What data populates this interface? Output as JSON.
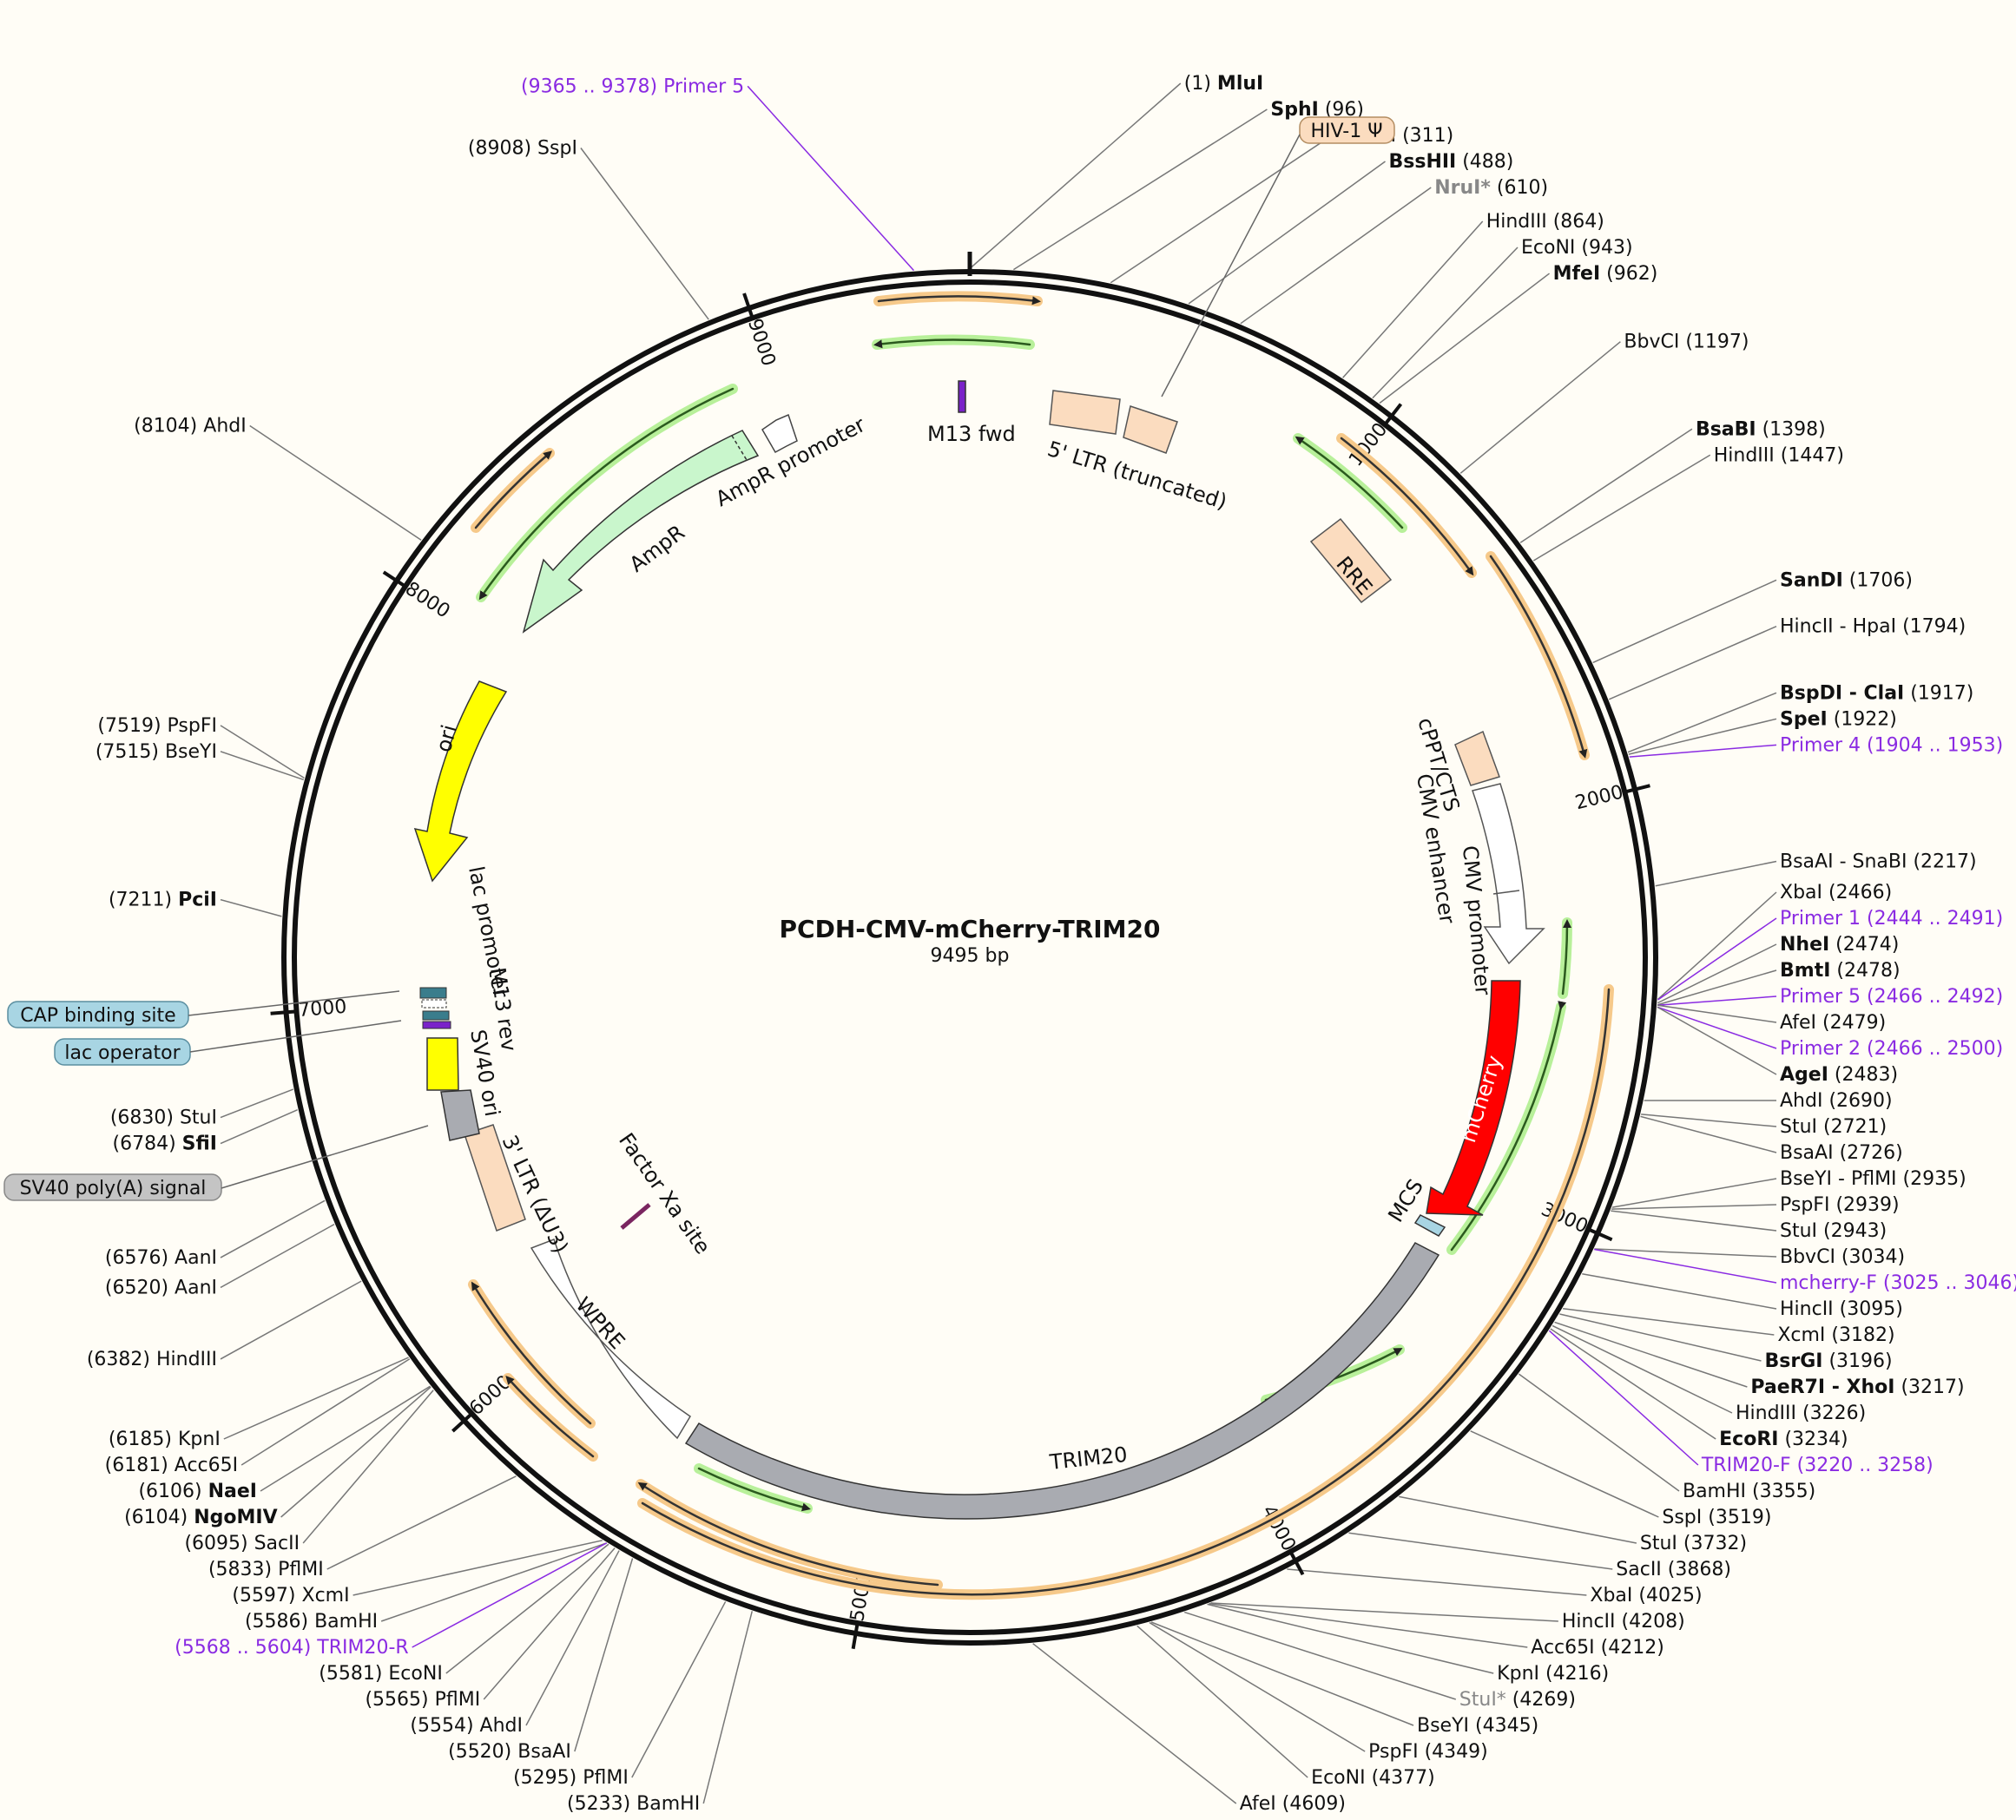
{
  "title": "PCDH-CMV-mCherry-TRIM20",
  "length": "9495 bp",
  "total_bp": 9495,
  "colors": {
    "backbone": "#111111",
    "primer": "#8a2be2",
    "orf_orange": "#f6c98a",
    "orf_green": "#b8f09a",
    "ltr": "#fbdcbf",
    "ampr": "#c9f6cc",
    "ori": "#ffff00",
    "mcherry": "#ff0000",
    "trim20": "#a9abb1",
    "misc_blue": "#a8d5e3",
    "sv40polyA": "#c4c4c4"
  },
  "ticks": [
    {
      "label": "1000",
      "pos": 1000
    },
    {
      "label": "2000",
      "pos": 2000
    },
    {
      "label": "3000",
      "pos": 3000
    },
    {
      "label": "4000",
      "pos": 4000
    },
    {
      "label": "5000",
      "pos": 5000
    },
    {
      "label": "6000",
      "pos": 6000
    },
    {
      "label": "7000",
      "pos": 7000
    },
    {
      "label": "8000",
      "pos": 8000
    },
    {
      "label": "9000",
      "pos": 9000
    }
  ],
  "sites": [
    {
      "pre": "(1)",
      "name": "MluI",
      "post": "",
      "pos": 1,
      "bold": true
    },
    {
      "pre": "",
      "name": "SphI",
      "post": "(96)",
      "pos": 96,
      "bold": true
    },
    {
      "pre": "",
      "name": "HindIII",
      "post": "(311)",
      "pos": 311
    },
    {
      "pre": "",
      "name": "BssHII",
      "post": "(488)",
      "pos": 488,
      "bold": true
    },
    {
      "pre": "",
      "name": "NruI*",
      "post": "(610)",
      "pos": 610,
      "bold": true,
      "gray": true
    },
    {
      "pre": "",
      "name": "HindIII",
      "post": "(864)",
      "pos": 864
    },
    {
      "pre": "",
      "name": "EcoNI",
      "post": "(943)",
      "pos": 943
    },
    {
      "pre": "",
      "name": "MfeI",
      "post": "(962)",
      "pos": 962,
      "bold": true
    },
    {
      "pre": "",
      "name": "BbvCI",
      "post": "(1197)",
      "pos": 1197
    },
    {
      "pre": "",
      "name": "BsaBI",
      "post": "(1398)",
      "pos": 1398,
      "bold": true
    },
    {
      "pre": "",
      "name": "HindIII",
      "post": "(1447)",
      "pos": 1447
    },
    {
      "pre": "",
      "name": "SanDI",
      "post": "(1706)",
      "pos": 1706,
      "bold": true
    },
    {
      "pre": "",
      "name": "HincII - HpaI",
      "post": "(1794)",
      "pos": 1794
    },
    {
      "pre": "",
      "name": "Primer 4",
      "post": "(1904 .. 1953)",
      "pos": 1928,
      "primer": true
    },
    {
      "pre": "",
      "name": "BspDI - ClaI",
      "post": "(1917)",
      "pos": 1917,
      "bold": true
    },
    {
      "pre": "",
      "name": "SpeI",
      "post": "(1922)",
      "pos": 1922,
      "bold": true
    },
    {
      "pre": "",
      "name": "BsaAI - SnaBI",
      "post": "(2217)",
      "pos": 2217
    },
    {
      "pre": "",
      "name": "Primer 5",
      "post": "(2466 .. 2492)",
      "pos": 2479,
      "primer": true
    },
    {
      "pre": "",
      "name": "Primer 2",
      "post": "(2466 .. 2500)",
      "pos": 2483,
      "primer": true
    },
    {
      "pre": "",
      "name": "XbaI",
      "post": "(2466)",
      "pos": 2466
    },
    {
      "pre": "",
      "name": "NheI",
      "post": "(2474)",
      "pos": 2474,
      "bold": true
    },
    {
      "pre": "",
      "name": "BmtI",
      "post": "(2478)",
      "pos": 2478,
      "bold": true
    },
    {
      "pre": "",
      "name": "AfeI",
      "post": "(2479)",
      "pos": 2479
    },
    {
      "pre": "",
      "name": "AgeI",
      "post": "(2483)",
      "pos": 2483,
      "bold": true
    },
    {
      "pre": "",
      "name": "Primer 1",
      "post": "(2444 .. 2491)",
      "pos": 2467,
      "primer": true
    },
    {
      "pre": "",
      "name": "AhdI",
      "post": "(2690)",
      "pos": 2690
    },
    {
      "pre": "",
      "name": "StuI",
      "post": "(2721)",
      "pos": 2721
    },
    {
      "pre": "",
      "name": "BsaAI",
      "post": "(2726)",
      "pos": 2726
    },
    {
      "pre": "",
      "name": "BseYI - PflMI",
      "post": "(2935)",
      "pos": 2935
    },
    {
      "pre": "",
      "name": "PspFI",
      "post": "(2939)",
      "pos": 2939
    },
    {
      "pre": "",
      "name": "StuI",
      "post": "(2943)",
      "pos": 2943
    },
    {
      "pre": "",
      "name": "mcherry-F",
      "post": "(3025 .. 3046)",
      "pos": 3035,
      "primer": true
    },
    {
      "pre": "",
      "name": "BbvCI",
      "post": "(3034)",
      "pos": 3034
    },
    {
      "pre": "",
      "name": "HincII",
      "post": "(3095)",
      "pos": 3095
    },
    {
      "pre": "",
      "name": "XcmI",
      "post": "(3182)",
      "pos": 3182
    },
    {
      "pre": "",
      "name": "BsrGI",
      "post": "(3196)",
      "pos": 3196,
      "bold": true
    },
    {
      "pre": "",
      "name": "PaeR7I - XhoI",
      "post": "(3217)",
      "pos": 3217,
      "bold": true
    },
    {
      "pre": "",
      "name": "TRIM20-F",
      "post": "(3220 .. 3258)",
      "pos": 3239,
      "primer": true
    },
    {
      "pre": "",
      "name": "HindIII",
      "post": "(3226)",
      "pos": 3226
    },
    {
      "pre": "",
      "name": "EcoRI",
      "post": "(3234)",
      "pos": 3234,
      "bold": true
    },
    {
      "pre": "",
      "name": "BamHI",
      "post": "(3355)",
      "pos": 3355
    },
    {
      "pre": "",
      "name": "SspI",
      "post": "(3519)",
      "pos": 3519
    },
    {
      "pre": "",
      "name": "StuI",
      "post": "(3732)",
      "pos": 3732
    },
    {
      "pre": "",
      "name": "SacII",
      "post": "(3868)",
      "pos": 3868
    },
    {
      "pre": "",
      "name": "XbaI",
      "post": "(4025)",
      "pos": 4025
    },
    {
      "pre": "",
      "name": "HincII",
      "post": "(4208)",
      "pos": 4208
    },
    {
      "pre": "",
      "name": "Acc65I",
      "post": "(4212)",
      "pos": 4212
    },
    {
      "pre": "",
      "name": "KpnI",
      "post": "(4216)",
      "pos": 4216
    },
    {
      "pre": "",
      "name": "StuI*",
      "post": "(4269)",
      "pos": 4269,
      "gray": true
    },
    {
      "pre": "",
      "name": "BseYI",
      "post": "(4345)",
      "pos": 4345
    },
    {
      "pre": "",
      "name": "PspFI",
      "post": "(4349)",
      "pos": 4349
    },
    {
      "pre": "",
      "name": "EcoNI",
      "post": "(4377)",
      "pos": 4377
    },
    {
      "pre": "",
      "name": "AfeI",
      "post": "(4609)",
      "pos": 4609
    },
    {
      "pre": "(5233)",
      "name": "BamHI",
      "post": "",
      "pos": 5233
    },
    {
      "pre": "(5295)",
      "name": "PflMI",
      "post": "",
      "pos": 5295
    },
    {
      "pre": "(5520)",
      "name": "BsaAI",
      "post": "",
      "pos": 5520
    },
    {
      "pre": "(5554)",
      "name": "AhdI",
      "post": "",
      "pos": 5554
    },
    {
      "pre": "(5565)",
      "name": "PflMI",
      "post": "",
      "pos": 5565
    },
    {
      "pre": "(5581)",
      "name": "EcoNI",
      "post": "",
      "pos": 5581
    },
    {
      "pre": "(5586)",
      "name": "BamHI",
      "post": "",
      "pos": 5586
    },
    {
      "pre": "(5597)",
      "name": "XcmI",
      "post": "",
      "pos": 5597
    },
    {
      "pre": "(5568 .. 5604)",
      "name": "TRIM20-R",
      "post": "",
      "pos": 5586,
      "primer": true
    },
    {
      "pre": "(5833)",
      "name": "PflMI",
      "post": "",
      "pos": 5833
    },
    {
      "pre": "(6095)",
      "name": "SacII",
      "post": "",
      "pos": 6095
    },
    {
      "pre": "(6104)",
      "name": "NgoMIV",
      "post": "",
      "pos": 6104,
      "bold": true
    },
    {
      "pre": "(6106)",
      "name": "NaeI",
      "post": "",
      "pos": 6106,
      "bold": true
    },
    {
      "pre": "(6181)",
      "name": "Acc65I",
      "post": "",
      "pos": 6181
    },
    {
      "pre": "(6185)",
      "name": "KpnI",
      "post": "",
      "pos": 6185
    },
    {
      "pre": "(6382)",
      "name": "HindIII",
      "post": "",
      "pos": 6382
    },
    {
      "pre": "(6520)",
      "name": "AanI",
      "post": "",
      "pos": 6520
    },
    {
      "pre": "(6576)",
      "name": "AanI",
      "post": "",
      "pos": 6576
    },
    {
      "pre": "(6784)",
      "name": "SfiI",
      "post": "",
      "pos": 6784,
      "bold": true
    },
    {
      "pre": "(6830)",
      "name": "StuI",
      "post": "",
      "pos": 6830
    },
    {
      "pre": "(7211)",
      "name": "PciI",
      "post": "",
      "pos": 7211,
      "bold": true
    },
    {
      "pre": "(7515)",
      "name": "BseYI",
      "post": "",
      "pos": 7515
    },
    {
      "pre": "(7519)",
      "name": "PspFI",
      "post": "",
      "pos": 7519
    },
    {
      "pre": "(8104)",
      "name": "AhdI",
      "post": "",
      "pos": 8104
    },
    {
      "pre": "(8908)",
      "name": "SspI",
      "post": "",
      "pos": 8908
    },
    {
      "pre": "(9365 .. 9378)",
      "name": "Primer 5",
      "post": "",
      "pos": 9372,
      "primer": true
    }
  ],
  "boxed_labels": [
    {
      "text": "HIV-1 Ψ",
      "color": "#fbdcbf"
    },
    {
      "text": "CAP binding site",
      "color": "#a8d5e3"
    },
    {
      "text": "lac operator",
      "color": "#a8d5e3"
    },
    {
      "text": "SV40 poly(A) signal",
      "color": "#c4c4c4"
    }
  ],
  "features": [
    {
      "name": "M13 fwd"
    },
    {
      "name": "5' LTR (truncated)"
    },
    {
      "name": "RRE"
    },
    {
      "name": "cPPT/CTS"
    },
    {
      "name": "CMV enhancer"
    },
    {
      "name": "CMV promoter"
    },
    {
      "name": "mCherry"
    },
    {
      "name": "MCS"
    },
    {
      "name": "TRIM20"
    },
    {
      "name": "WPRE"
    },
    {
      "name": "3' LTR (ΔU3)"
    },
    {
      "name": "Factor Xa site"
    },
    {
      "name": "SV40 ori"
    },
    {
      "name": "M13 rev"
    },
    {
      "name": "lac promoter"
    },
    {
      "name": "ori"
    },
    {
      "name": "AmpR"
    },
    {
      "name": "AmpR promoter"
    }
  ]
}
